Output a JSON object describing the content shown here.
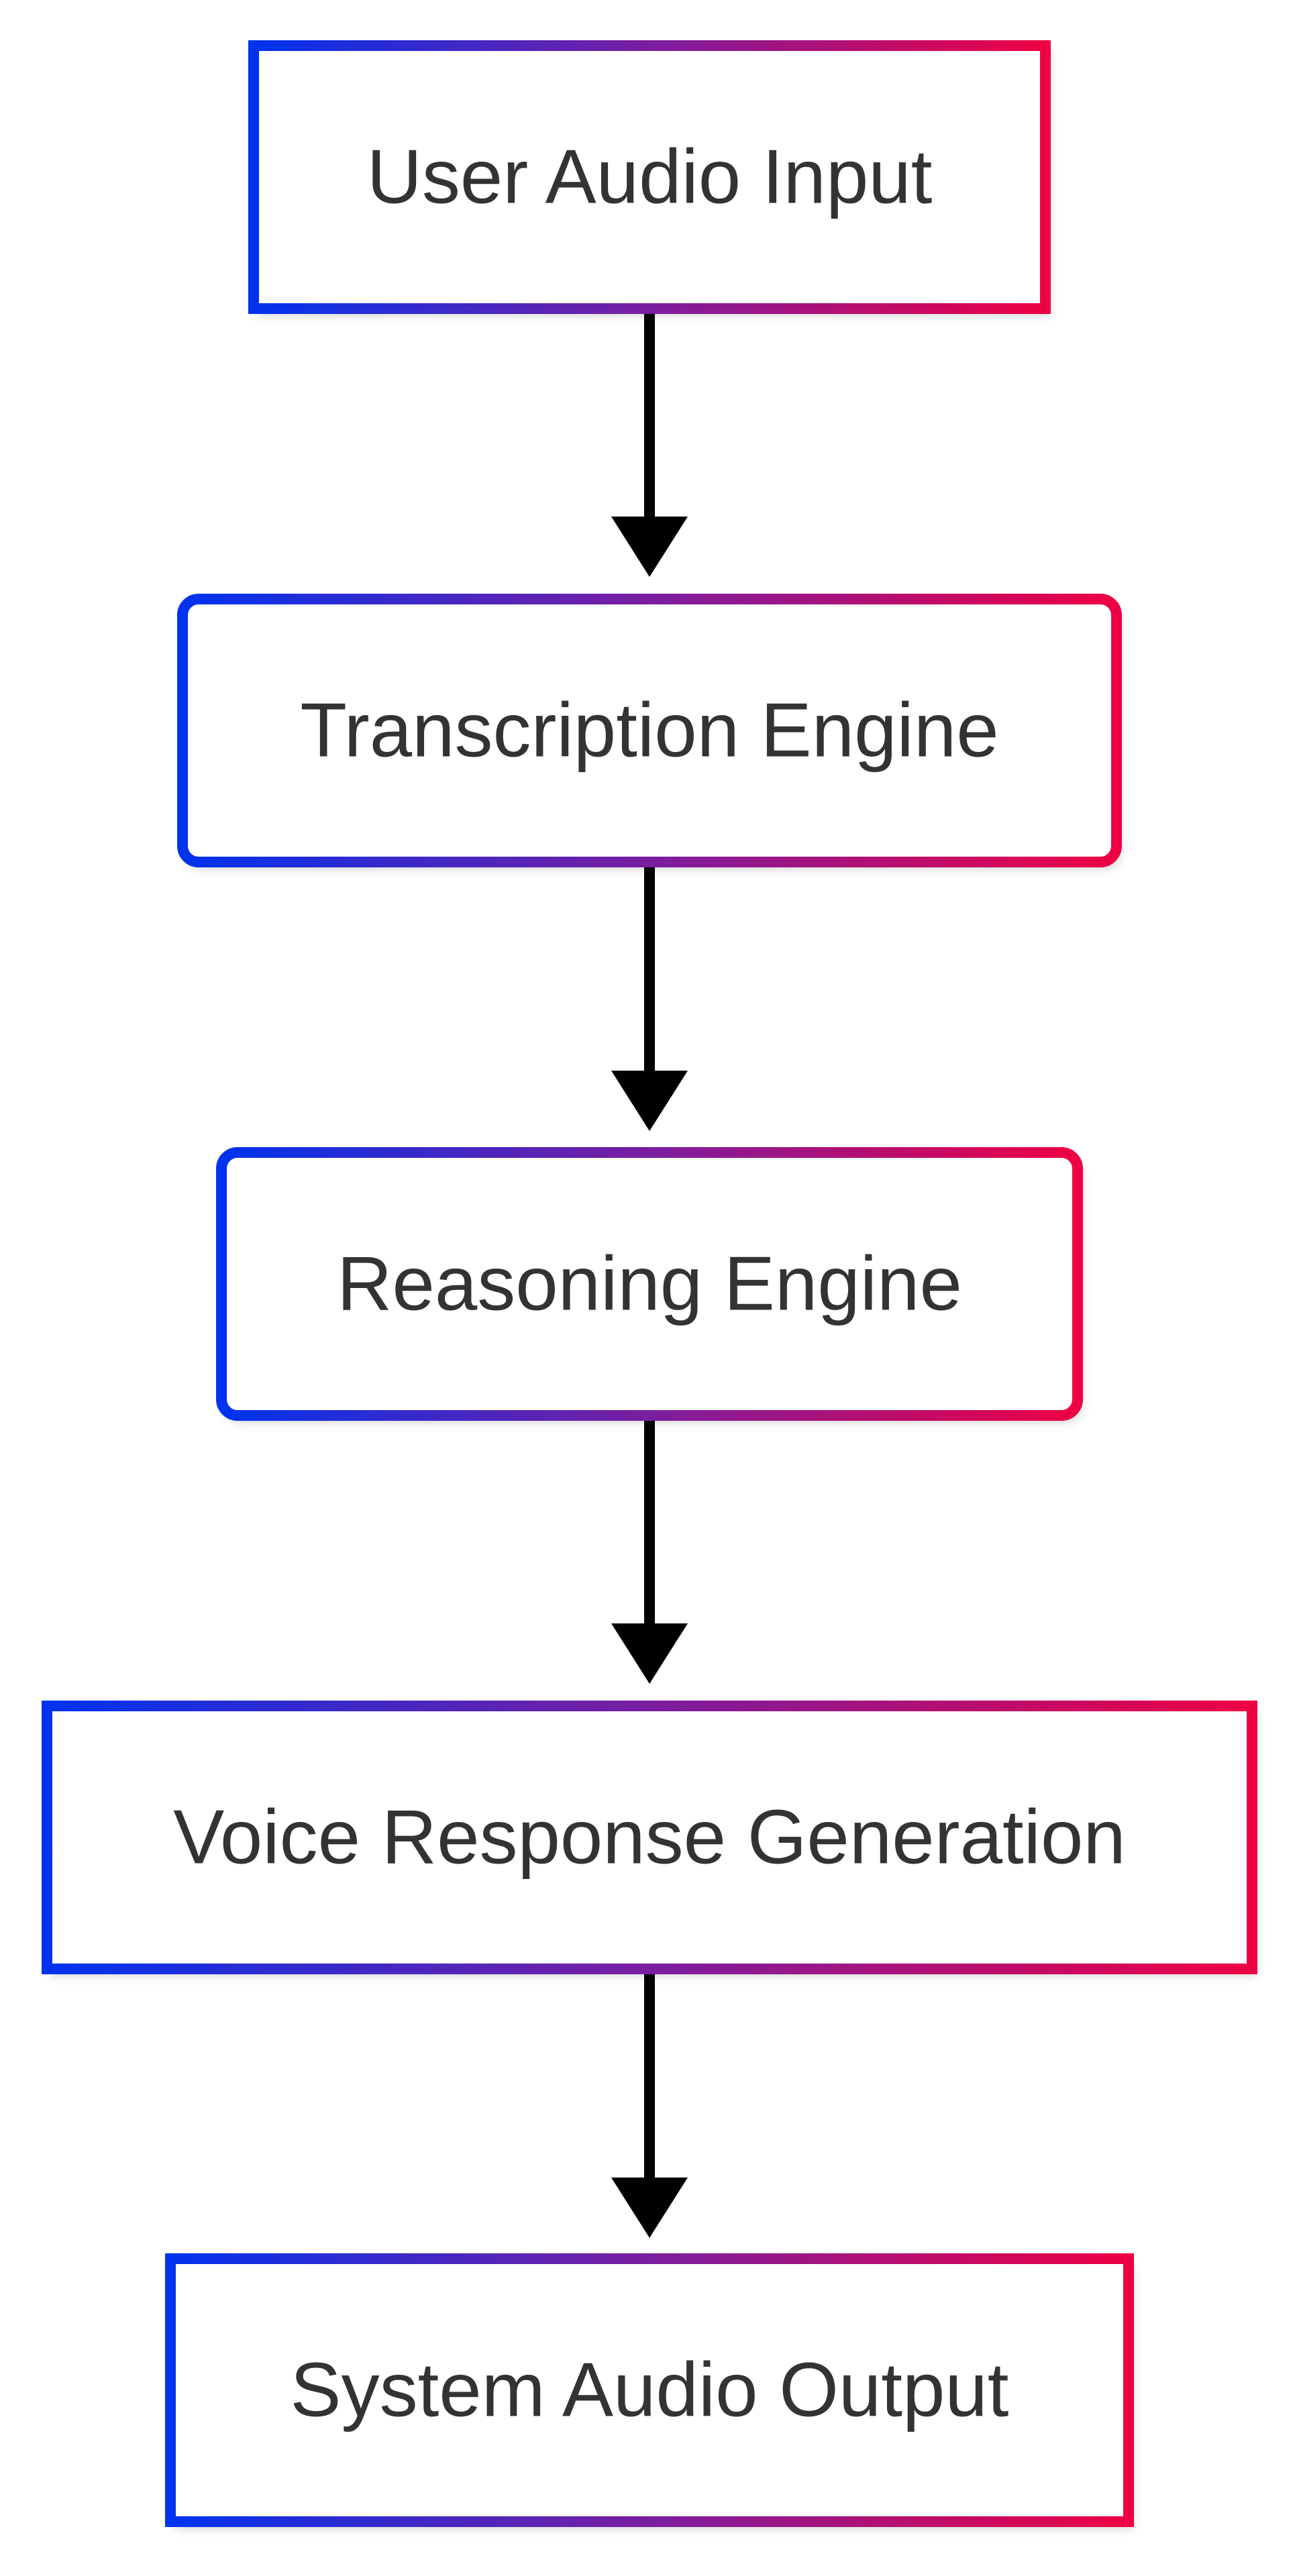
{
  "colors": {
    "gradient_start": "#0033ee",
    "gradient_mid": "#7a1ea0",
    "gradient_end": "#ee0044",
    "node_fill": "#ffffff",
    "text": "#333333",
    "arrow": "#000000"
  },
  "nodes": [
    {
      "id": "user-audio-input",
      "label": "User Audio Input",
      "shape": "rect"
    },
    {
      "id": "transcription-engine",
      "label": "Transcription Engine",
      "shape": "rounded-rect"
    },
    {
      "id": "reasoning-engine",
      "label": "Reasoning Engine",
      "shape": "rounded-rect"
    },
    {
      "id": "voice-response-generation",
      "label": "Voice Response Generation",
      "shape": "rect"
    },
    {
      "id": "system-audio-output",
      "label": "System Audio Output",
      "shape": "rect"
    }
  ],
  "edges": [
    {
      "from": "user-audio-input",
      "to": "transcription-engine"
    },
    {
      "from": "transcription-engine",
      "to": "reasoning-engine"
    },
    {
      "from": "reasoning-engine",
      "to": "voice-response-generation"
    },
    {
      "from": "voice-response-generation",
      "to": "system-audio-output"
    }
  ]
}
